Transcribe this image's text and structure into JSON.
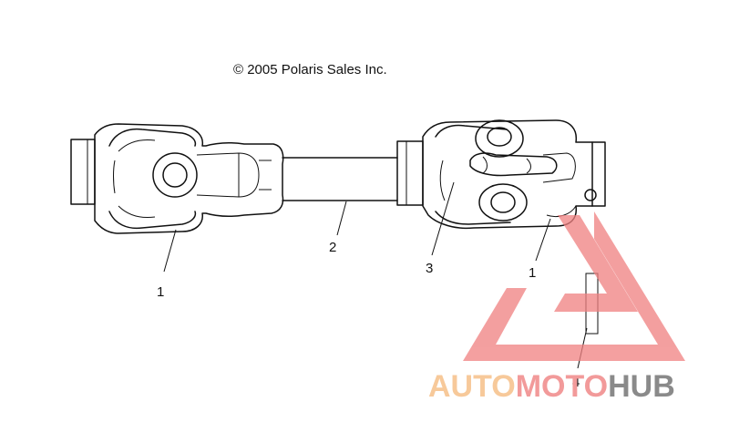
{
  "copyright": "© 2005 Polaris Sales Inc.",
  "callouts": {
    "left_u_joint": "1",
    "shaft": "2",
    "yoke": "3",
    "right_u_joint": "1",
    "part_4": "4"
  },
  "watermark": {
    "part1": "AUTO",
    "part2": "MOTO",
    "part3": "HUB",
    "color1": "#f7c99a",
    "color2": "#f29a9a",
    "color3": "#8a8a8a",
    "triangle_color": "#f08080"
  }
}
